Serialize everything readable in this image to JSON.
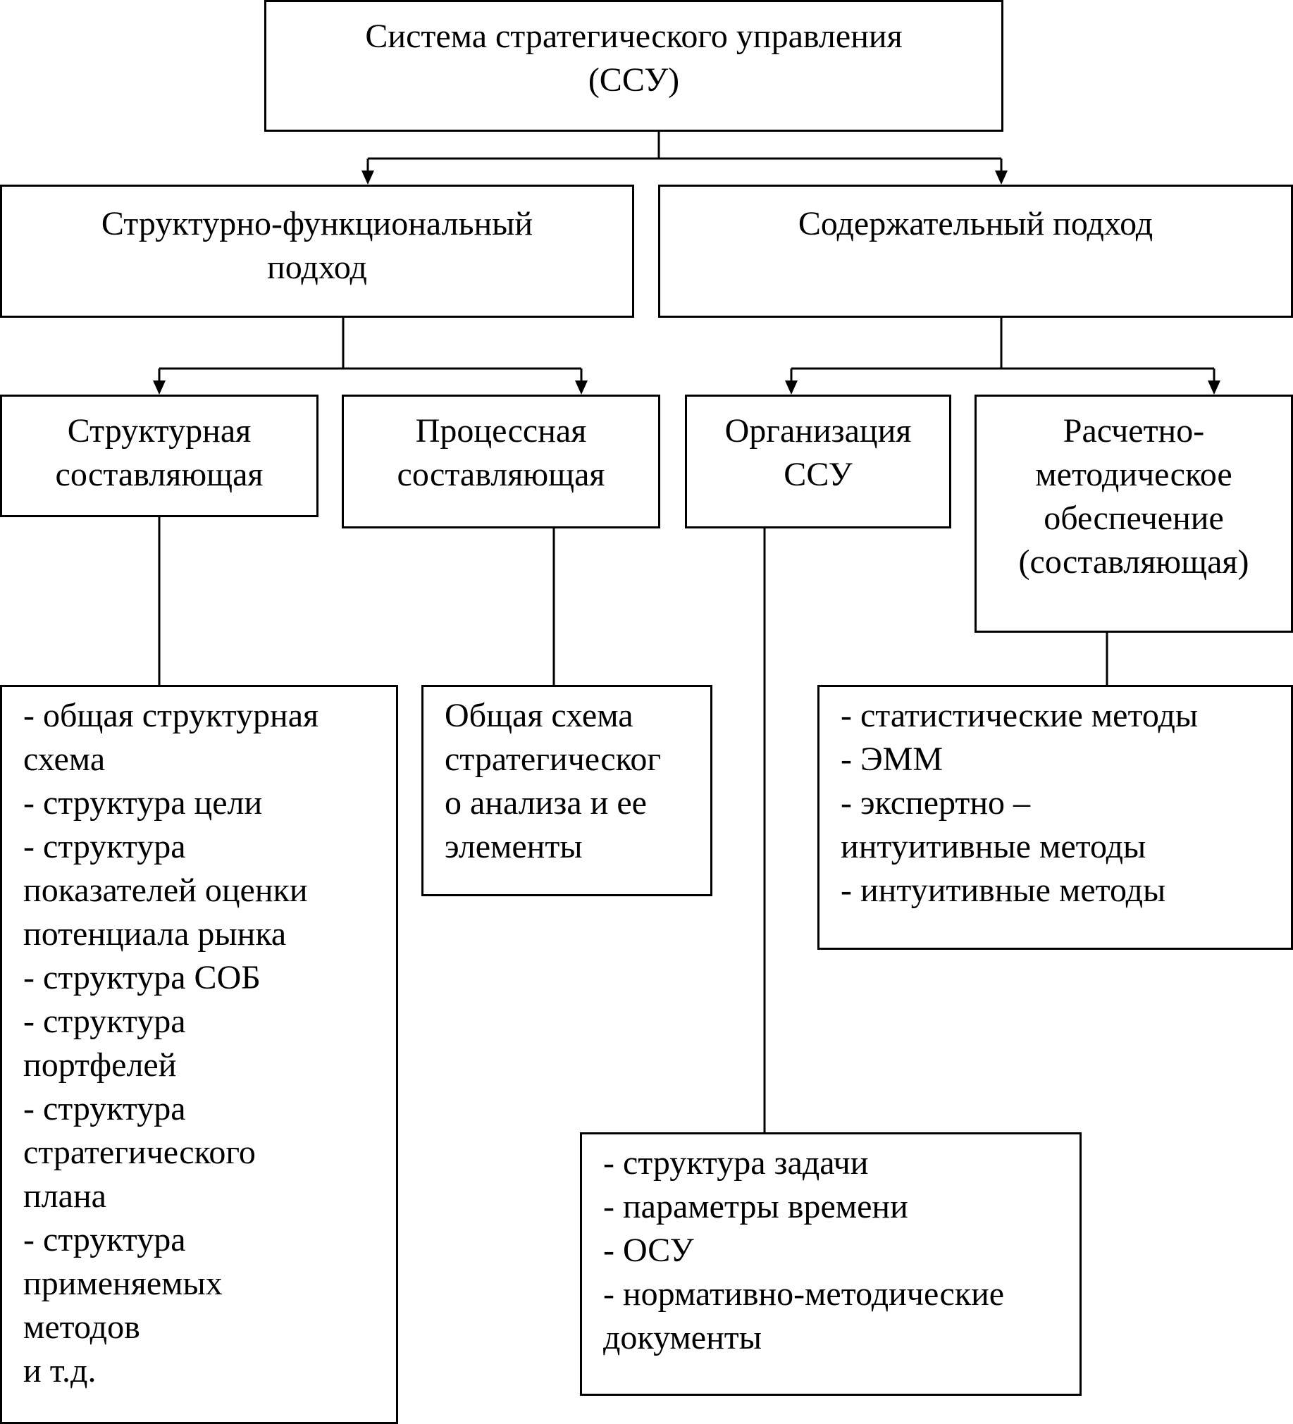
{
  "nodes": {
    "root": {
      "lines": [
        "Система стратегического управления",
        "(ССУ)"
      ]
    },
    "structural_functional": {
      "lines": [
        "Структурно-функциональный",
        "подход"
      ]
    },
    "content_approach": {
      "lines": [
        "Содержательный подход"
      ]
    },
    "structural_component": {
      "lines": [
        "Структурная",
        "составляющая"
      ]
    },
    "process_component": {
      "lines": [
        "Процессная",
        "составляющая"
      ]
    },
    "ssu_organization": {
      "lines": [
        "Организация",
        "ССУ"
      ]
    },
    "calc_method_support": {
      "lines": [
        "Расчетно-",
        "методическое",
        "обеспечение",
        "(составляющая)"
      ]
    },
    "structural_list": {
      "lines": [
        "- общая структурная",
        "схема",
        "- структура цели",
        "- структура",
        "показателей оценки",
        "потенциала рынка",
        "- структура СОБ",
        "- структура",
        "портфелей",
        "- структура",
        "стратегического",
        "плана",
        "- структура",
        "применяемых",
        "методов",
        "и т.д."
      ]
    },
    "process_list": {
      "lines": [
        "Общая схема",
        "стратегическог",
        "о анализа и ее",
        "элементы"
      ]
    },
    "methods_list": {
      "lines": [
        "- статистические методы",
        "- ЭММ",
        "- экспертно –",
        "интуитивные методы",
        "- интуитивные методы"
      ]
    },
    "organization_list": {
      "lines": [
        "- структура задачи",
        "- параметры времени",
        "- ОСУ",
        "- нормативно-методические",
        "документы"
      ]
    }
  },
  "edges": [
    {
      "from": "root",
      "to": "structural_functional",
      "arrow": true
    },
    {
      "from": "root",
      "to": "content_approach",
      "arrow": true
    },
    {
      "from": "structural_functional",
      "to": "structural_component",
      "arrow": true
    },
    {
      "from": "structural_functional",
      "to": "process_component",
      "arrow": true
    },
    {
      "from": "content_approach",
      "to": "ssu_organization",
      "arrow": true
    },
    {
      "from": "content_approach",
      "to": "calc_method_support",
      "arrow": true
    },
    {
      "from": "structural_component",
      "to": "structural_list",
      "arrow": false
    },
    {
      "from": "process_component",
      "to": "process_list",
      "arrow": false
    },
    {
      "from": "ssu_organization",
      "to": "organization_list",
      "arrow": false
    },
    {
      "from": "calc_method_support",
      "to": "methods_list",
      "arrow": false
    }
  ],
  "colors": {
    "line": "#000000",
    "background": "#ffffff",
    "text": "#000000"
  }
}
